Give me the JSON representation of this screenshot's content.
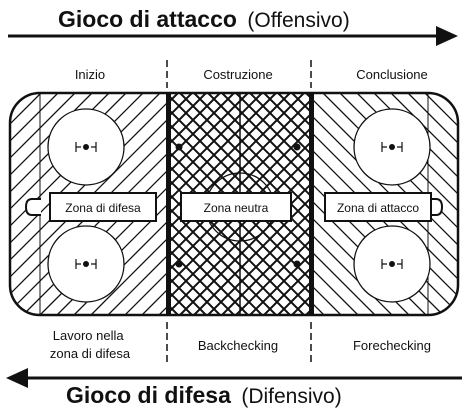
{
  "header": {
    "attack_bold": "Gioco di attacco",
    "attack_paren": "(Offensivo)"
  },
  "phases_top": [
    "Inizio",
    "Costruzione",
    "Conclusione"
  ],
  "zones": [
    "Zona di difesa",
    "Zona neutra",
    "Zona di attacco"
  ],
  "phases_bottom": {
    "left_line1": "Lavoro nella",
    "left_line2": "zona di difesa",
    "middle": "Backchecking",
    "right": "Forechecking"
  },
  "footer": {
    "defense_bold": "Gioco di difesa",
    "defense_paren": "(Difensivo)"
  }
}
